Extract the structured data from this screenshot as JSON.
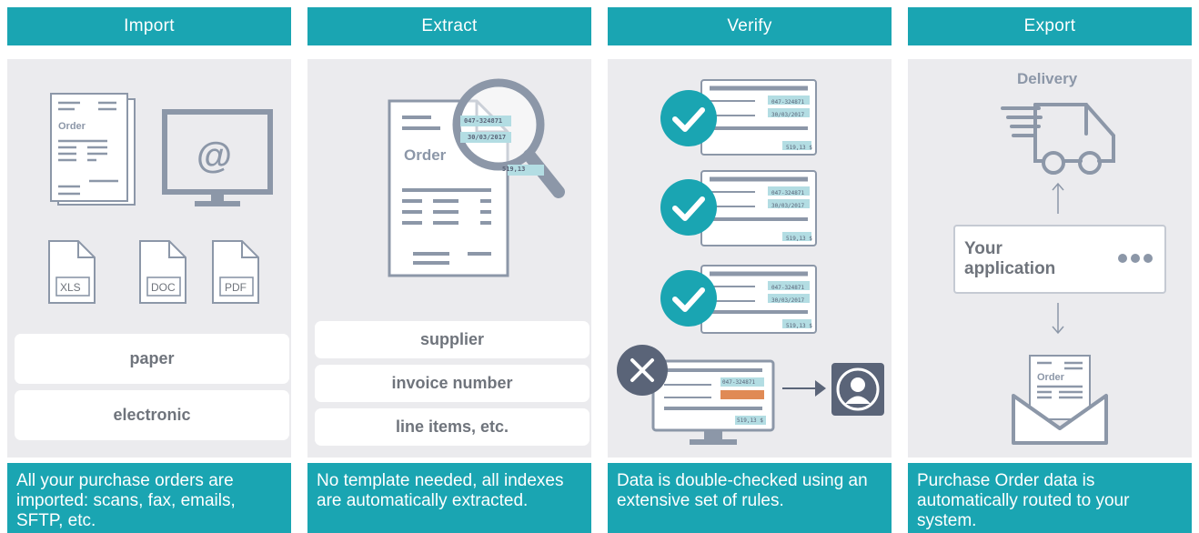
{
  "steps": [
    {
      "title": "Import",
      "description": "All your purchase orders are imported: scans, fax, emails, SFTP, etc."
    },
    {
      "title": "Extract",
      "description": "No template needed, all indexes are automatically extracted."
    },
    {
      "title": "Verify",
      "description": "Data is double-checked using an extensive set of rules."
    },
    {
      "title": "Export",
      "description": "Purchase Order data is automatically routed to your system."
    }
  ],
  "import": {
    "doc_label": "Order",
    "screen_symbol": "@",
    "file_types": [
      "XLS",
      "DOC",
      "PDF"
    ],
    "options": [
      "paper",
      "electronic"
    ]
  },
  "extract": {
    "doc_label": "Order",
    "field_number": "047-324871",
    "field_date": "30/03/2017",
    "field_amount": "519,13",
    "fields": [
      "supplier",
      "invoice number",
      "line items, etc."
    ]
  },
  "verify": {
    "field_number": "047-324871",
    "field_date": "30/03/2017",
    "field_amount": "519,13 $"
  },
  "export": {
    "delivery_label": "Delivery",
    "app_label_line1": "Your",
    "app_label_line2": "application",
    "doc_label": "Order"
  },
  "colors": {
    "accent": "#1aa5b2",
    "panel": "#ebebee",
    "icon": "#8c97a8",
    "error": "#5a6478",
    "highlight": "#e08a55"
  }
}
